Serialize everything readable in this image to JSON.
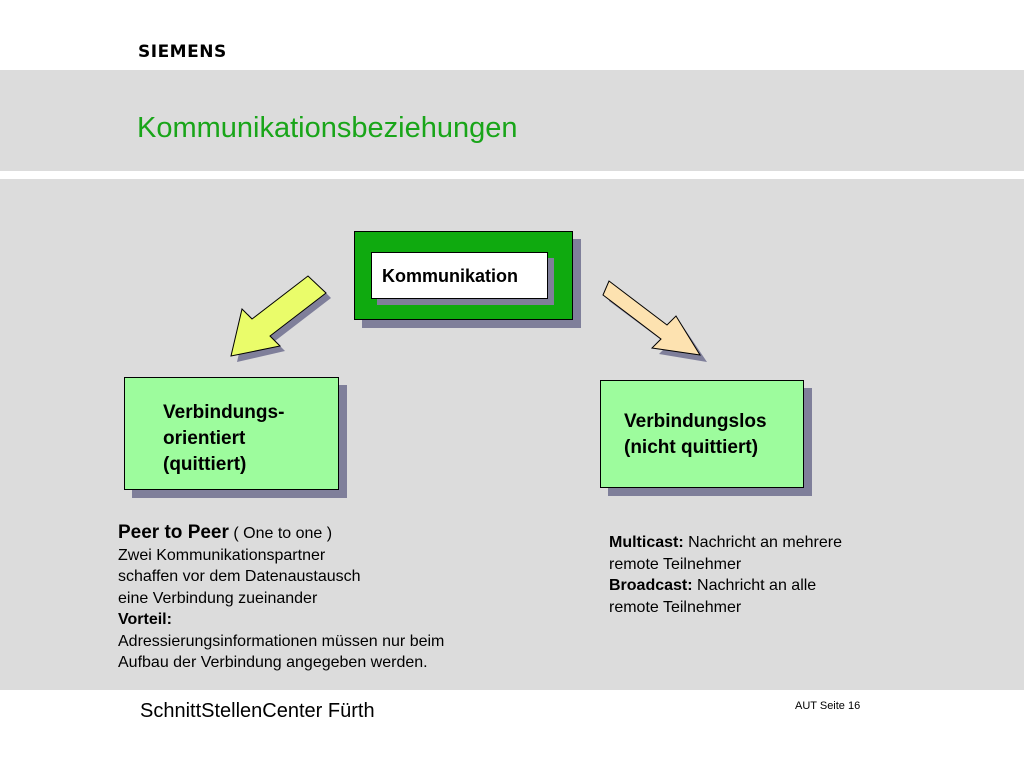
{
  "header": {
    "logo_text": "SIEMENS",
    "title": "Kommunikationsbeziehungen"
  },
  "diagram": {
    "root": {
      "label": "Kommunikation",
      "color": "#0faa0f"
    },
    "left_node": {
      "lines": [
        "Verbindungs-",
        "orientiert",
        "(quittiert)"
      ],
      "color": "#9dfc9d"
    },
    "right_node": {
      "lines": [
        "Verbindungslos",
        "(nicht quittiert)"
      ],
      "color": "#9dfc9d"
    },
    "left_arrow_color": "#eafc6a",
    "right_arrow_color": "#fde2b0"
  },
  "left_note": {
    "heading": "Peer to Peer",
    "heading_suffix": " ( One to one )",
    "lines": [
      "Zwei Kommunikationspartner",
      "schaffen vor dem Datenaustausch",
      "eine Verbindung zueinander"
    ],
    "advantage_label": "Vorteil:",
    "advantage_lines": [
      "Adressierungsinformationen müssen nur beim",
      "Aufbau der Verbindung angegeben werden."
    ]
  },
  "right_note": {
    "multicast_label": "Multicast:",
    "multicast_text": " Nachricht an mehrere",
    "multicast_text2": "remote Teilnehmer",
    "broadcast_label": "Broadcast:",
    "broadcast_text": " Nachricht an alle",
    "broadcast_text2": "remote Teilnehmer"
  },
  "footer": {
    "left": "SchnittStellenCenter Fürth",
    "right": "AUT  Seite 16"
  }
}
